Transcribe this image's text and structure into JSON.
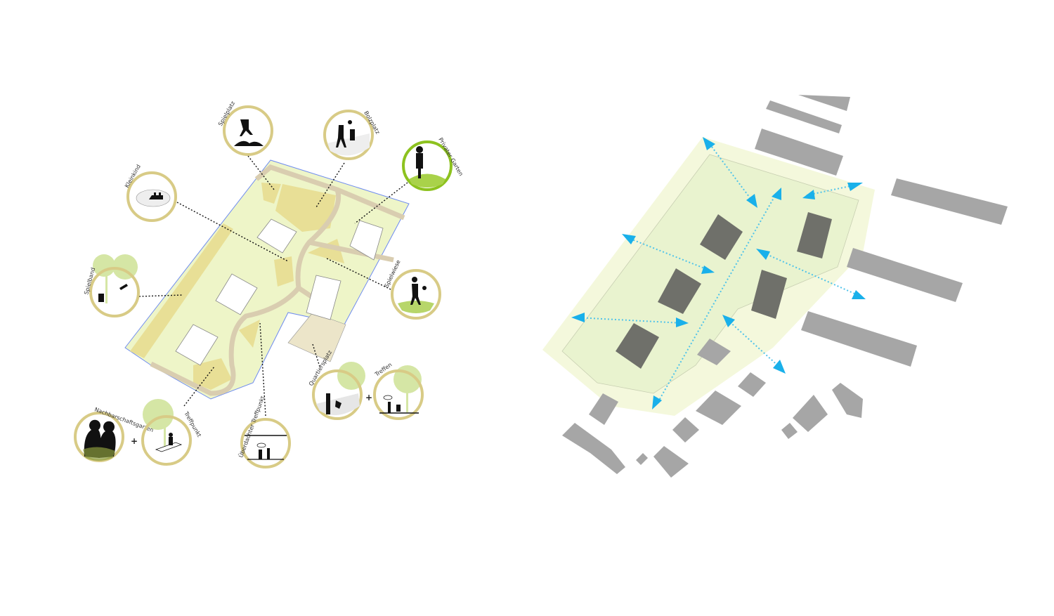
{
  "labels": {
    "spielplatz": "Spielplatz",
    "bolzplatz": "Bolzplatz",
    "privater_garten": "Privater Garten",
    "kleinkind": "Kleinkind",
    "spielband": "Spielband",
    "spielwiese": "Spielwiese",
    "quartiersplatz": "Quartiersplatz",
    "treffen": "Treffen",
    "nachbarschaftsgarten": "Nachbarschaftsgarten",
    "treffpunkt": "Treffpunkt",
    "ueberdachter_treffpunkt": "Überdachter Treffpunkt",
    "plus": "+"
  },
  "colors": {
    "ring": "#d8cb86",
    "ring_private": "#8dc21f",
    "site": "#eef5c8",
    "play_area": "#e8df96",
    "arrow": "#19b0ea",
    "building": "#6f706a",
    "neighbor": "#a6a6a6"
  }
}
